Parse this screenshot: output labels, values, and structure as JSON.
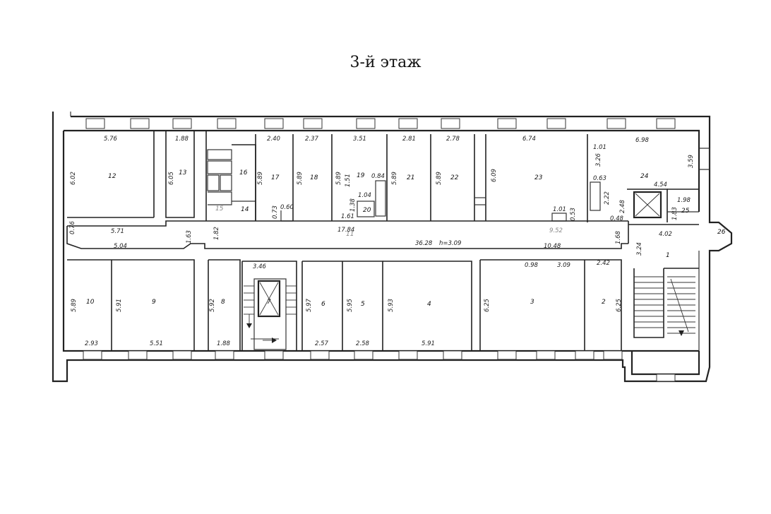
{
  "title": "3-й этаж",
  "rooms": [
    {
      "id": "12",
      "dims": [
        "5.76",
        "6.02"
      ]
    },
    {
      "id": "13",
      "dims": [
        "1.88",
        "6.05"
      ]
    },
    {
      "id": "16",
      "dims": []
    },
    {
      "id": "15",
      "dims": []
    },
    {
      "id": "14",
      "dims": []
    },
    {
      "id": "17",
      "dims": [
        "2.40",
        "5.89",
        "0.73",
        "0.60"
      ]
    },
    {
      "id": "18",
      "dims": [
        "2.37",
        "5.89"
      ]
    },
    {
      "id": "19",
      "dims": [
        "3.51",
        "5.89",
        "1.51",
        "0.84"
      ]
    },
    {
      "id": "20",
      "dims": [
        "1.04",
        "1.38"
      ]
    },
    {
      "id": "21",
      "dims": [
        "2.81",
        "5.89"
      ]
    },
    {
      "id": "22",
      "dims": [
        "2.78",
        "5.89"
      ]
    },
    {
      "id": "23",
      "dims": [
        "6.74",
        "6.09",
        "1.01",
        "0.53"
      ]
    },
    {
      "id": "24",
      "dims": [
        "6.98",
        "3.59",
        "1.01",
        "3.26",
        "0.63",
        "2.22",
        "2.48",
        "4.54"
      ]
    },
    {
      "id": "25",
      "dims": [
        "1.98",
        "1.83"
      ]
    },
    {
      "id": "26",
      "dims": []
    },
    {
      "id": "11",
      "dims": [
        "17.84",
        "1.61"
      ]
    },
    {
      "id": "10",
      "dims": [
        "5.89",
        "2.93"
      ]
    },
    {
      "id": "9",
      "dims": [
        "5.91",
        "5.51"
      ]
    },
    {
      "id": "8",
      "dims": [
        "5.92",
        "1.88"
      ]
    },
    {
      "id": "7",
      "dims": [
        "3.46"
      ]
    },
    {
      "id": "6",
      "dims": [
        "5.97",
        "2.57"
      ]
    },
    {
      "id": "5",
      "dims": [
        "5.95",
        "2.58"
      ]
    },
    {
      "id": "4",
      "dims": [
        "5.93",
        "5.91"
      ]
    },
    {
      "id": "3",
      "dims": [
        "6.25",
        "0.98",
        "3.09"
      ]
    },
    {
      "id": "2",
      "dims": [
        "2.42",
        "6.25"
      ]
    },
    {
      "id": "1",
      "dims": [
        "4.02",
        "3.24"
      ]
    }
  ],
  "corridor": {
    "dims": [
      "0.76",
      "5.71",
      "5.04",
      "1.63",
      "1.82",
      "36.28",
      "h=3.09",
      "9.52",
      "10.48",
      "0.48",
      "1.68"
    ]
  }
}
